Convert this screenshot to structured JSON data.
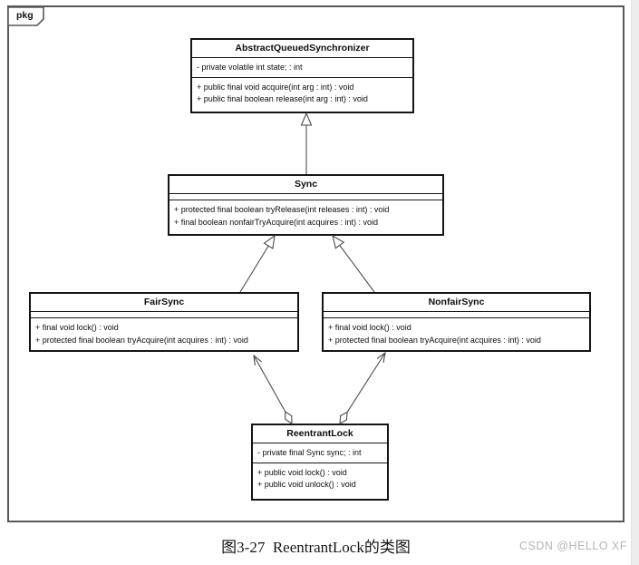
{
  "package_tab": {
    "label": "pkg"
  },
  "caption": {
    "text": "图3-27  ReentrantLock的类图"
  },
  "watermark": {
    "text": "CSDN @HELLO XF"
  },
  "colors": {
    "frame_border": "#58585a",
    "class_border": "#151515",
    "arrow": "#4a4a4a",
    "watermark": "#b5b5b8",
    "scroll_strip": "#ededef"
  },
  "classes": {
    "aqs": {
      "name": "AbstractQueuedSynchronizer",
      "attributes": [
        "- private volatile int state; : int"
      ],
      "methods": [
        "+ public final void acquire(int arg : int) : void",
        "+ public final boolean release(int arg : int) : void"
      ]
    },
    "sync": {
      "name": "Sync",
      "attributes": [],
      "methods": [
        "+ protected final boolean tryRelease(int releases : int) : void",
        "+ final boolean nonfairTryAcquire(int acquires : int) : void"
      ]
    },
    "fair_sync": {
      "name": "FairSync",
      "attributes": [],
      "methods": [
        "+ final void lock() : void",
        "+ protected final boolean tryAcquire(int acquires : int) : void"
      ]
    },
    "nonfair_sync": {
      "name": "NonfairSync",
      "attributes": [],
      "methods": [
        "+ final void lock() : void",
        "+ protected final boolean tryAcquire(int acquires : int) : void"
      ]
    },
    "reentrant_lock": {
      "name": "ReentrantLock",
      "attributes": [
        "- private final Sync sync; : int"
      ],
      "methods": [
        "+ public void lock() : void",
        "+ public void unlock() : void"
      ]
    }
  },
  "relationships": [
    {
      "from": "Sync",
      "to": "AbstractQueuedSynchronizer",
      "type": "generalization"
    },
    {
      "from": "FairSync",
      "to": "Sync",
      "type": "generalization"
    },
    {
      "from": "NonfairSync",
      "to": "Sync",
      "type": "generalization"
    },
    {
      "from": "ReentrantLock",
      "to": "FairSync",
      "type": "aggregation"
    },
    {
      "from": "ReentrantLock",
      "to": "NonfairSync",
      "type": "aggregation"
    }
  ]
}
